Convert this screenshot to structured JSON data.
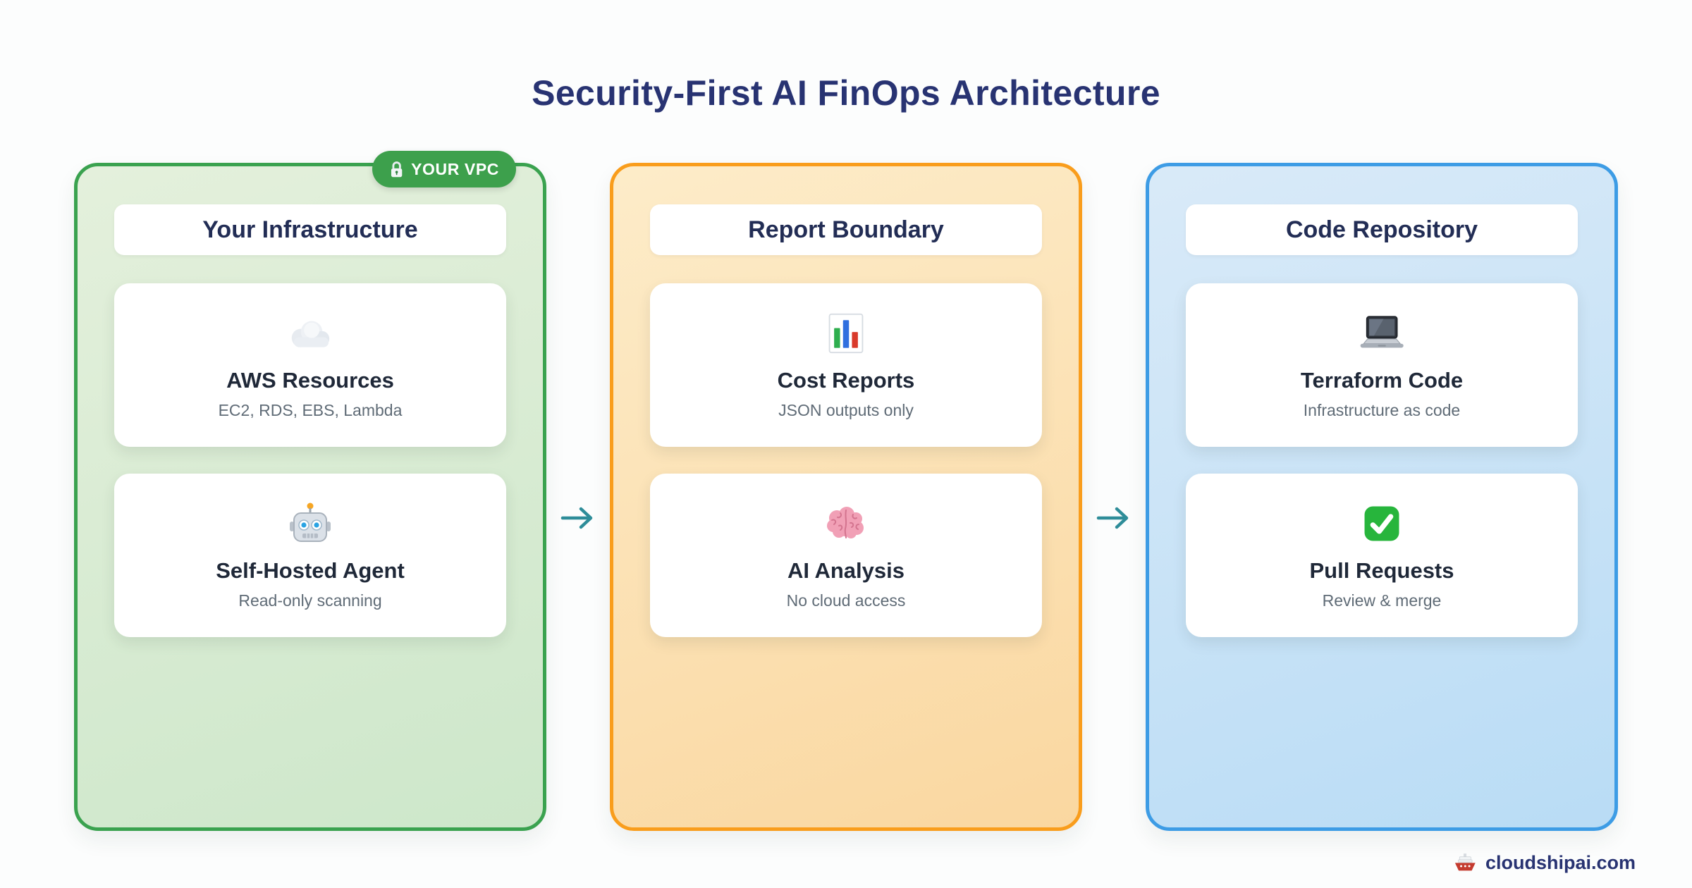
{
  "title": "Security-First AI FinOps Architecture",
  "badge": {
    "label": "YOUR VPC",
    "icon": "lock-icon",
    "color": "#3da04c"
  },
  "panels": [
    {
      "id": "your-infrastructure",
      "title": "Your Infrastructure",
      "border_color": "#3aa24f",
      "cards": [
        {
          "icon": "cloud-icon",
          "title": "AWS Resources",
          "subtitle": "EC2, RDS, EBS, Lambda"
        },
        {
          "icon": "robot-icon",
          "title": "Self-Hosted Agent",
          "subtitle": "Read-only scanning"
        }
      ]
    },
    {
      "id": "report-boundary",
      "title": "Report Boundary",
      "border_color": "#f99d1c",
      "cards": [
        {
          "icon": "bar-chart-icon",
          "title": "Cost Reports",
          "subtitle": "JSON outputs only"
        },
        {
          "icon": "brain-icon",
          "title": "AI Analysis",
          "subtitle": "No cloud access"
        }
      ]
    },
    {
      "id": "code-repository",
      "title": "Code Repository",
      "border_color": "#3d9ce5",
      "cards": [
        {
          "icon": "laptop-icon",
          "title": "Terraform Code",
          "subtitle": "Infrastructure as code"
        },
        {
          "icon": "check-icon",
          "title": "Pull Requests",
          "subtitle": "Review & merge"
        }
      ]
    }
  ],
  "arrows": [
    {
      "id": "infrastructure-to-reports",
      "icon": "arrow-right-icon"
    },
    {
      "id": "reports-to-code",
      "icon": "arrow-right-icon"
    }
  ],
  "footer": {
    "brand": "cloudshipai.com",
    "icon": "ship-icon"
  },
  "colors": {
    "title_text": "#283372",
    "arrow_teal": "#2e8d99",
    "card_subtitle": "#5f6b76",
    "panel_green_border": "#3aa24f",
    "panel_orange_border": "#f99d1c",
    "panel_blue_border": "#3d9ce5"
  }
}
